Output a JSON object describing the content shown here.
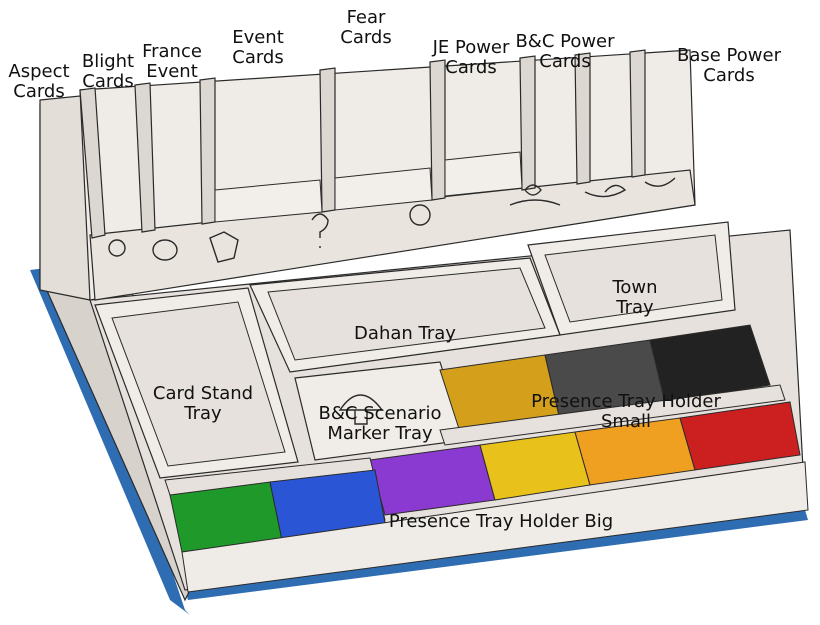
{
  "labels": {
    "aspect": [
      "Aspect",
      "Cards"
    ],
    "blight": [
      "Blight",
      "Cards"
    ],
    "france": [
      "France",
      "Event"
    ],
    "event": [
      "Event",
      "Cards"
    ],
    "fear": [
      "Fear",
      "Cards"
    ],
    "je": [
      "JE Power",
      "Cards"
    ],
    "bc_power": [
      "B&C Power",
      "Cards"
    ],
    "base": [
      "Base Power",
      "Cards"
    ],
    "town": [
      "Town",
      "Tray"
    ],
    "dahan": "Dahan Tray",
    "card_stand": [
      "Card Stand",
      "Tray"
    ],
    "bc_scenario": [
      "B&C Scenario",
      "Marker Tray"
    ],
    "holder_small": [
      "Presence Tray Holder",
      "Small"
    ],
    "holder_big": "Presence Tray Holder Big"
  },
  "colors": {
    "box": "#e6e1dc",
    "box_dark": "#d6d0ca",
    "outline": "#2a2a2a",
    "base_strip": "#2f6db3",
    "small_trays": [
      "#d4a01c",
      "#4a4a4a",
      "#222222"
    ],
    "small_red": "#cc2020",
    "small_orange": "#f0a020",
    "small_yellow": "#e8c21a",
    "big_trays": [
      "#1f9a2a",
      "#2a56d6",
      "#8a3ad0",
      "#a838c8"
    ]
  }
}
